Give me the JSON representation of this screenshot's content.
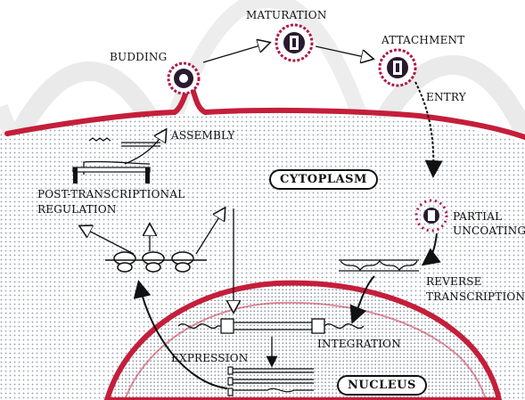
{
  "labels": {
    "maturation": "MATURATION",
    "budding": "BUDDING",
    "attachment": "ATTACHMENT",
    "entry": "ENTRY",
    "assembly": "ASSEMBLY",
    "cytoplasm": "CYTOPLASM",
    "post_transcriptional_line1": "POST-TRANSCRIPTIONAL",
    "post_transcriptional_line2": "REGULATION",
    "partial_uncoating_line1": "PARTIAL",
    "partial_uncoating_line2": "UNCOATING",
    "reverse_transcription_line1": "REVERSE",
    "reverse_transcription_line2": "TRANSCRIPTION",
    "integration": "INTEGRATION",
    "expression": "EXPRESSION",
    "nucleus": "NUCLEUS"
  },
  "colors": {
    "membrane": "#c41e3a",
    "cytoplasm_dots": "#9aa8b8",
    "watermark": "#e6e6e6",
    "virion_ring": "#b01848",
    "virion_core": "#2a1a30",
    "ink": "#111111"
  }
}
